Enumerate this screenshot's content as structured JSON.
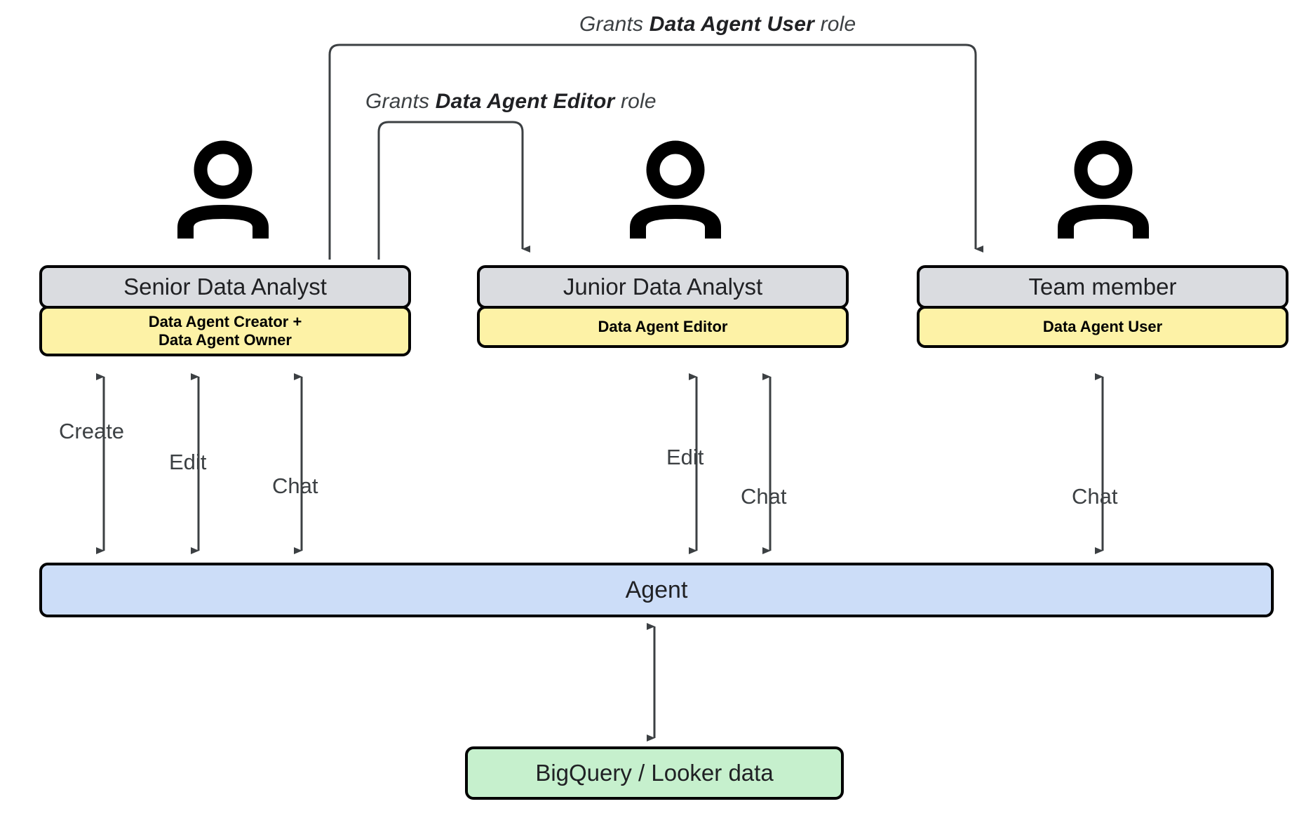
{
  "diagram": {
    "title_hidden": "Data agent role hierarchy",
    "background": "#ffffff",
    "colors": {
      "role_title_fill": "#dadce0",
      "role_badge_fill": "#fdf2a6",
      "agent_fill": "#ccddf8",
      "data_fill": "#c6f0cd",
      "stroke": "#000000",
      "connector": "#3c4043",
      "label_text": "#3c4043"
    }
  },
  "grants": [
    {
      "id": "grant-user",
      "prefix": "Grants ",
      "role": "Data Agent User",
      "suffix": " role",
      "from": "Senior Data Analyst",
      "to": "Team member"
    },
    {
      "id": "grant-editor",
      "prefix": "Grants ",
      "role": "Data Agent Editor",
      "suffix": " role",
      "from": "Senior Data Analyst",
      "to": "Junior Data Analyst"
    }
  ],
  "personas": [
    {
      "id": "senior-data-analyst",
      "icon": "person-icon",
      "title": "Senior Data Analyst",
      "badge": "Data Agent Creator +\nData Agent Owner",
      "badge_line1": "Data Agent Creator +",
      "badge_line2": "Data Agent Owner",
      "actions": [
        "Create",
        "Edit",
        "Chat"
      ]
    },
    {
      "id": "junior-data-analyst",
      "icon": "person-icon",
      "title": "Junior Data Analyst",
      "badge": "Data Agent Editor",
      "badge_line1": "Data Agent Editor",
      "badge_line2": "",
      "actions": [
        "Edit",
        "Chat"
      ]
    },
    {
      "id": "team-member",
      "icon": "person-icon",
      "title": "Team member",
      "badge": "Data Agent User",
      "badge_line1": "Data Agent User",
      "badge_line2": "",
      "actions": [
        "Chat"
      ]
    }
  ],
  "edge_labels": {
    "senior_create": "Create",
    "senior_edit": "Edit",
    "senior_chat": "Chat",
    "junior_edit": "Edit",
    "junior_chat": "Chat",
    "team_chat": "Chat"
  },
  "agent": {
    "label": "Agent"
  },
  "data_source": {
    "label": "BigQuery / Looker data"
  }
}
